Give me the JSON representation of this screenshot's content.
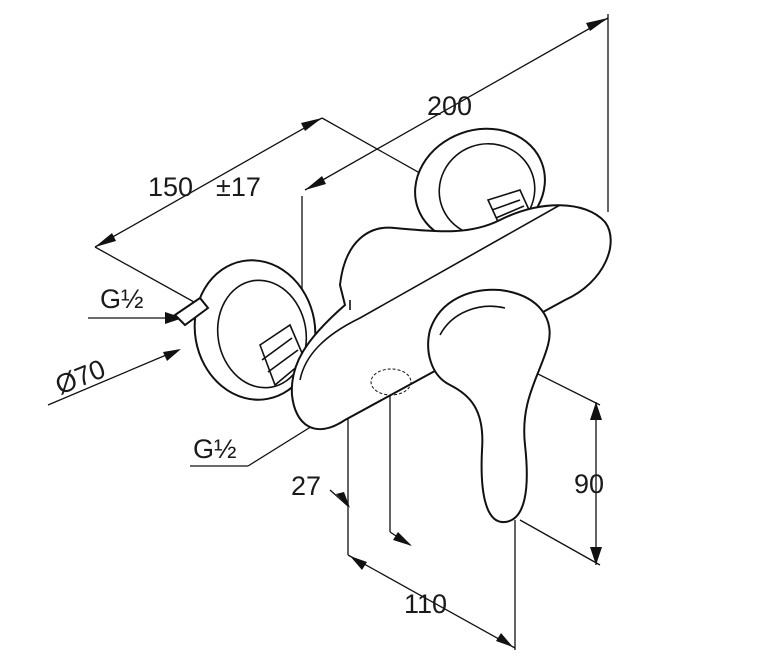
{
  "drawing": {
    "dimensions": {
      "width_total": "200",
      "centers": "150",
      "tolerance": "±17",
      "outlet_thread": "G½",
      "flange_diameter": "Ø70",
      "bottom_outlet_thread": "G½",
      "outlet_offset": "27",
      "height": "90",
      "depth": "110"
    }
  }
}
